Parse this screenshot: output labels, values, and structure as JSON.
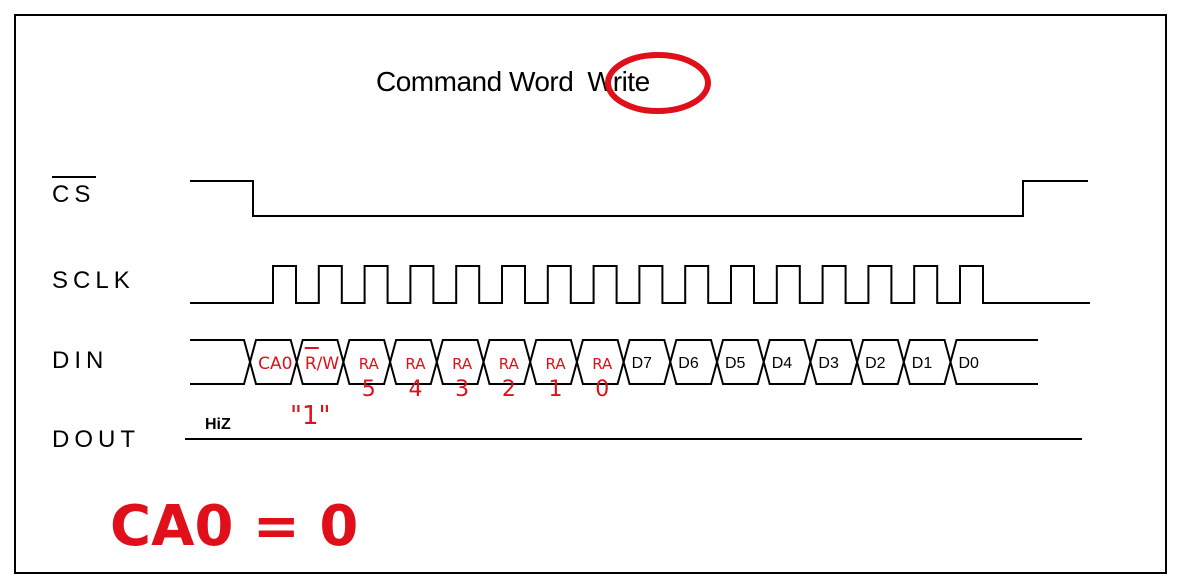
{
  "title": {
    "prefix": "Command Word",
    "highlight": "Write"
  },
  "signals": {
    "cs": "CS",
    "sclk": "SCLK",
    "din": "DIN",
    "dout": "DOUT"
  },
  "dout_state": "HiZ",
  "din_bits": [
    "D7",
    "D6",
    "D5",
    "D4",
    "D3",
    "D2",
    "D1",
    "D0"
  ],
  "annotations": {
    "bit_names": [
      "CA0",
      "R/W",
      "RA",
      "RA",
      "RA",
      "RA",
      "RA",
      "RA"
    ],
    "bit_subs": [
      "",
      "",
      "5",
      "4",
      "3",
      "2",
      "1",
      "0"
    ],
    "rw_value": "\"1\"",
    "note": "CA0 = 0"
  },
  "colors": {
    "signal": "#000000",
    "annotation": "#e0101a"
  }
}
